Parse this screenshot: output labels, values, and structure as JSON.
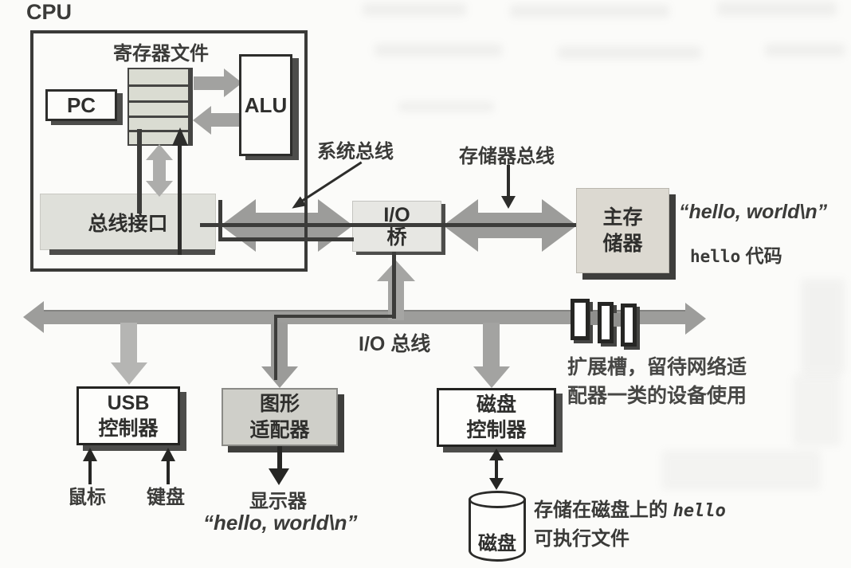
{
  "cpu": {
    "label": "CPU",
    "register_file_label": "寄存器文件",
    "pc_label": "PC",
    "alu_label": "ALU",
    "bus_interface_label": "总线接口"
  },
  "buses": {
    "system_bus_label": "系统总线",
    "memory_bus_label": "存储器总线",
    "io_bus_label": "I/O 总线"
  },
  "io_bridge": {
    "line1": "I/O",
    "line2": "桥"
  },
  "main_memory": {
    "line1": "主存",
    "line2": "储器",
    "string_note": "“hello, world\\n”",
    "code_note_mono": "hello",
    "code_note_cn": " 代码"
  },
  "expansion_slots": {
    "note_line1": "扩展槽，留待网络适",
    "note_line2": "配器一类的设备使用"
  },
  "devices": {
    "usb_controller": {
      "line1": "USB",
      "line2": "控制器",
      "inputs": [
        "鼠标",
        "键盘"
      ]
    },
    "graphics_adapter": {
      "line1": "图形",
      "line2": "适配器",
      "output_label": "显示器",
      "output_string": "“hello, world\\n”"
    },
    "disk_controller": {
      "line1": "磁盘",
      "line2": "控制器"
    },
    "disk": {
      "label": "磁盘",
      "note_prefix": "存储在磁盘上的 ",
      "note_mono": "hello",
      "note_line2": "可执行文件"
    }
  },
  "colors": {
    "bus_arrow_gray": "#9c9c9a",
    "light_branch_gray": "#b5b5b3",
    "dark_line": "#3c3c3a",
    "box_fill_gray": "#dcd9d1",
    "background": "#fbfbf9"
  }
}
